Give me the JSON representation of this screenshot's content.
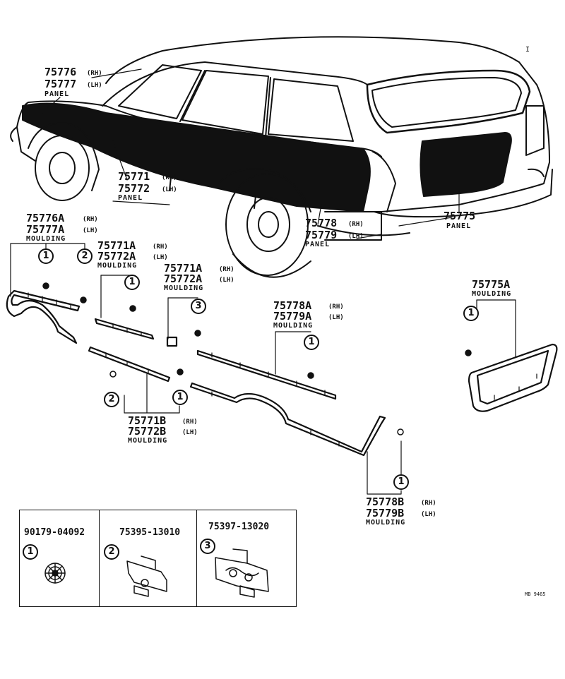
{
  "diagram": {
    "header_mark": "I",
    "catalog_ref": "MB 9465",
    "callouts": {
      "c1": {
        "part": "75776",
        "side": "(RH)"
      },
      "c2": {
        "part": "75777",
        "side": "(LH)",
        "name": "PANEL"
      },
      "c3": {
        "part": "75771",
        "side": "(RH)"
      },
      "c4": {
        "part": "75772",
        "side": "(LH)",
        "name": "PANEL"
      },
      "c5": {
        "part": "75778",
        "side": "(RH)"
      },
      "c6": {
        "part": "75779",
        "side": "(LH)",
        "name": "PANEL"
      },
      "c7": {
        "part": "75775",
        "name": "PANEL"
      },
      "c8": {
        "part": "75776A",
        "side": "(RH)"
      },
      "c9": {
        "part": "75777A",
        "side": "(LH)",
        "name": "MOULDING"
      },
      "c10": {
        "part": "75771A",
        "side": "(RH)"
      },
      "c11": {
        "part": "75772A",
        "side": "(LH)",
        "name": "MOULDING"
      },
      "c12": {
        "part": "75771A",
        "side": "(RH)"
      },
      "c13": {
        "part": "75772A",
        "side": "(LH)",
        "name": "MOULDING"
      },
      "c14": {
        "part": "75778A",
        "side": "(RH)"
      },
      "c15": {
        "part": "75779A",
        "side": "(LH)",
        "name": "MOULDING"
      },
      "c16": {
        "part": "75775A",
        "name": "MOULDING"
      },
      "c17": {
        "part": "75771B",
        "side": "(RH)"
      },
      "c18": {
        "part": "75772B",
        "side": "(LH)",
        "name": "MOULDING"
      },
      "c19": {
        "part": "75778B",
        "side": "(RH)"
      },
      "c20": {
        "part": "75779B",
        "side": "(LH)",
        "name": "MOULDING"
      }
    },
    "circle_nums": {
      "one": "1",
      "two": "2",
      "three": "3"
    },
    "fasteners": [
      {
        "num": "1",
        "part": "90179-04092"
      },
      {
        "num": "2",
        "part": "75395-13010"
      },
      {
        "num": "3",
        "part": "75397-13020"
      }
    ]
  }
}
